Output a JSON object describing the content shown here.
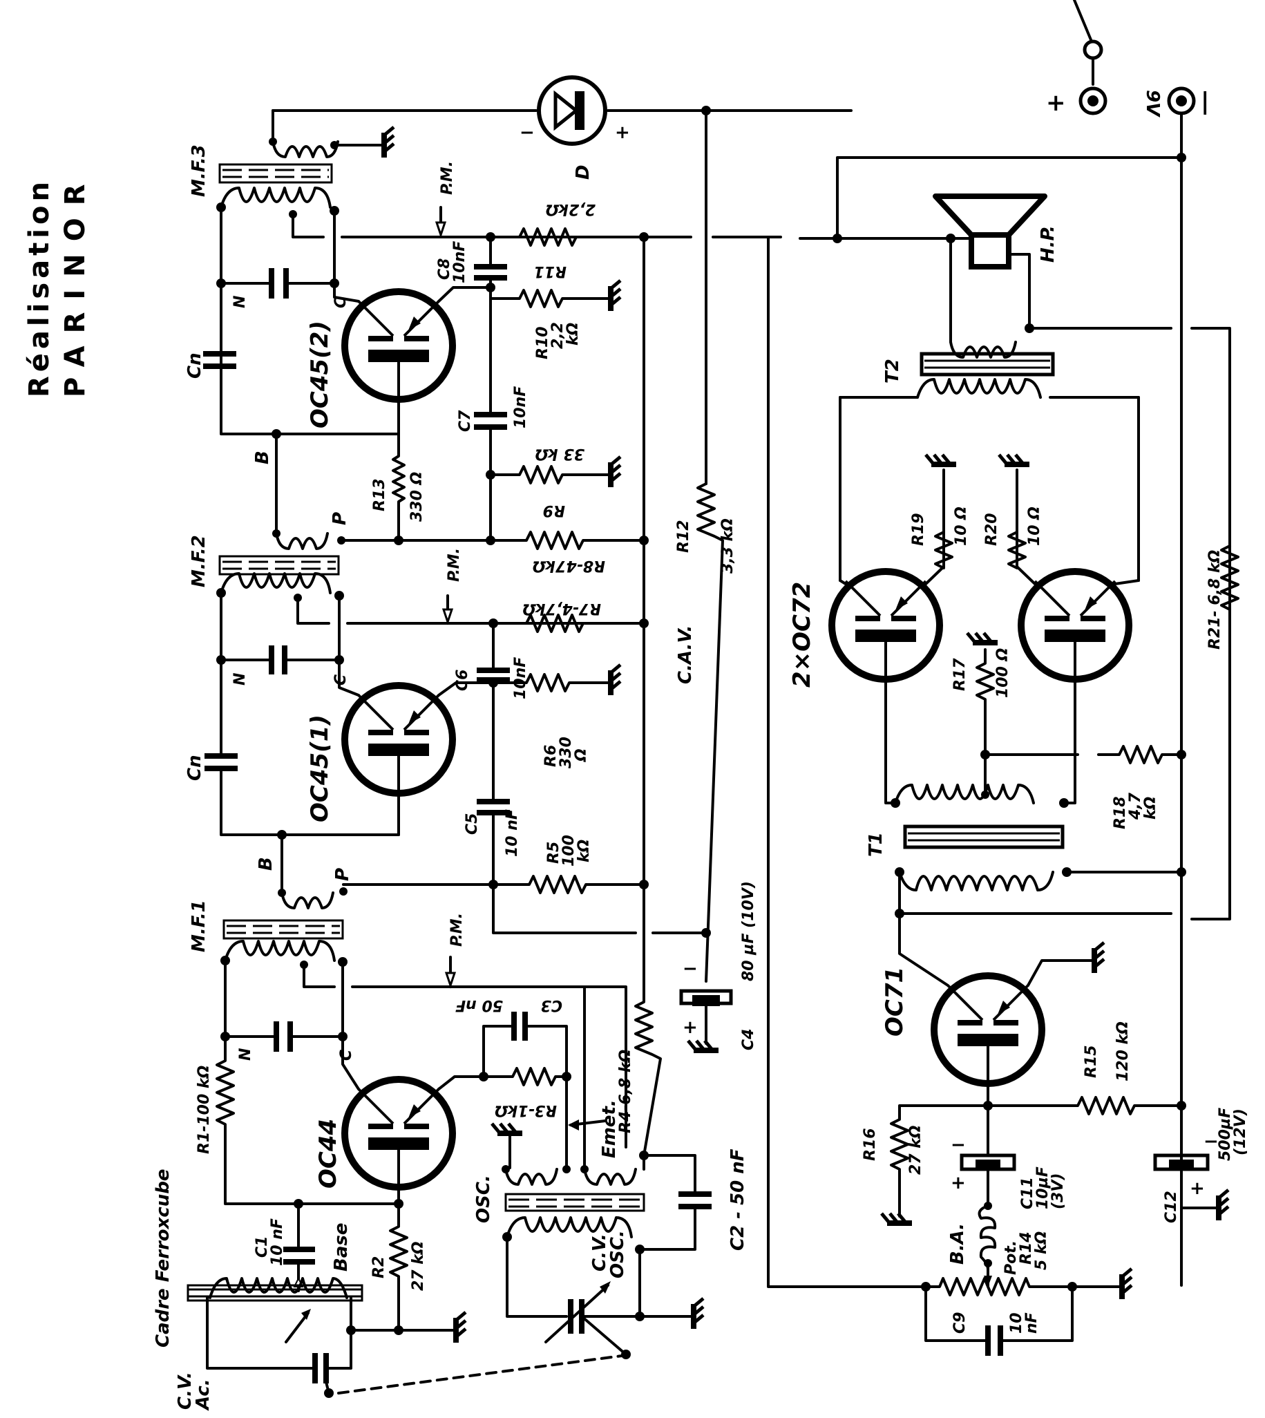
{
  "title": {
    "line1": "Réalisation",
    "line2": "PARINOR"
  },
  "stages": {
    "if_transformers": [
      "M.F.1",
      "M.F.2",
      "M.F.3"
    ],
    "transistors": {
      "mixer": "OC44",
      "if1": "OC45(1)",
      "if2": "OC45(2)",
      "driver": "OC71",
      "push_pull": "2×OC72"
    }
  },
  "labels": {
    "cadre": "Cadre Ferroxcube",
    "cv_ac": [
      "C.V.",
      "Ac."
    ],
    "cv_osc": [
      "C.V.",
      "OSC."
    ],
    "osc": "OSC.",
    "emet": "Emet.",
    "base": "Base",
    "cav": "C.A.V.",
    "pm": "P.M.",
    "cn": "Cn",
    "n": "N",
    "c": "C",
    "b": "B",
    "p": "P",
    "diode": "D",
    "speaker": "H.P.",
    "t1": "T1",
    "t2": "T2",
    "ba": "B.A.",
    "battery": "9V",
    "plus": "+",
    "minus": "−"
  },
  "components": {
    "R1": "R1-100 kΩ",
    "R2": [
      "R2",
      "27 kΩ"
    ],
    "R3": "R3-1kΩ",
    "R4": "R4-6,8 kΩ",
    "R5": [
      "R5",
      "100",
      "kΩ"
    ],
    "R6": [
      "R6",
      "330",
      "Ω"
    ],
    "R7": "R7-4,7kΩ",
    "R8": "R8-47kΩ",
    "R9": [
      "R9",
      "33 kΩ"
    ],
    "R10": [
      "R10",
      "2,2",
      "kΩ"
    ],
    "R11": [
      "R11",
      "2,2kΩ"
    ],
    "R12": [
      "R12",
      "3,3 kΩ"
    ],
    "R13": [
      "R13",
      "330 Ω"
    ],
    "R14": [
      "Pot.",
      "R14",
      "5 kΩ"
    ],
    "R15": [
      "R15",
      "120 kΩ"
    ],
    "R16": [
      "R16",
      "27 kΩ"
    ],
    "R17": [
      "R17",
      "100 Ω"
    ],
    "R18": [
      "R18",
      "4,7",
      "kΩ"
    ],
    "R19": [
      "R19",
      "10 Ω"
    ],
    "R20": [
      "R20",
      "10 Ω"
    ],
    "R21": "R21- 6,8 kΩ",
    "C1": [
      "C1",
      "10 nF"
    ],
    "C2": "C2 - 50 nF",
    "C3": [
      "C3",
      "50 nF"
    ],
    "C4": [
      "C4",
      "80 µF (10V)"
    ],
    "C5": [
      "C5",
      "10 nF"
    ],
    "C6": [
      "C6",
      "10nF"
    ],
    "C7": [
      "C7",
      "10nF"
    ],
    "C8": [
      "C8",
      "10nF"
    ],
    "C9": [
      "C9",
      "10",
      "nF"
    ],
    "C11": [
      "C11",
      "10µF",
      "(3V)"
    ],
    "C12": [
      "C12",
      "500µF",
      "(12V)"
    ]
  }
}
